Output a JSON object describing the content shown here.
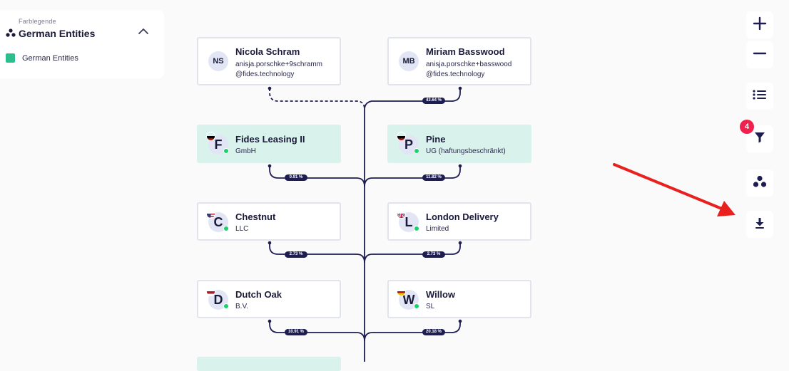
{
  "legend": {
    "caption": "Farblegende",
    "title": "German Entities",
    "items": [
      {
        "label": "German Entities",
        "color": "#2bbf8e"
      }
    ]
  },
  "nodes": {
    "nicola": {
      "initials": "NS",
      "name": "Nicola Schram",
      "line1": "anisja.porschke+9schramm",
      "line2": "@fides.technology"
    },
    "miriam": {
      "initials": "MB",
      "name": "Miriam Basswood",
      "line1": "anisja.porschke+basswood",
      "line2": "@fides.technology"
    },
    "fides": {
      "initial": "F",
      "name": "Fides Leasing II",
      "sub": "GmbH",
      "flag": "de"
    },
    "pine": {
      "initial": "P",
      "name": "Pine",
      "sub": "UG (haftungsbeschränkt)",
      "flag": "de"
    },
    "chestnut": {
      "initial": "C",
      "name": "Chestnut",
      "sub": "LLC",
      "flag": "us"
    },
    "london": {
      "initial": "L",
      "name": "London Delivery",
      "sub": "Limited",
      "flag": "gb"
    },
    "dutch": {
      "initial": "D",
      "name": "Dutch Oak",
      "sub": "B.V.",
      "flag": "nl"
    },
    "willow": {
      "initial": "W",
      "name": "Willow",
      "sub": "SL",
      "flag": "es"
    }
  },
  "edges": {
    "miriam_pct": "43.64 %",
    "fides_pct": "0.91 %",
    "pine_pct": "11.82 %",
    "chestnut_pct": "2.73 %",
    "london_pct": "2.73 %",
    "dutch_pct": "10.91 %",
    "willow_pct": "20.18 %"
  },
  "toolbar": {
    "filter_count": "4",
    "buttons": [
      "zoom-in",
      "zoom-out",
      "list",
      "filter",
      "group",
      "download"
    ]
  },
  "colors": {
    "accent": "#1d1d52",
    "german_entity": "#d9f2ec",
    "legend_swatch": "#2bbf8e",
    "status_active": "#19d36a",
    "badge": "#f0224d",
    "annotation_arrow": "#e8201e"
  }
}
